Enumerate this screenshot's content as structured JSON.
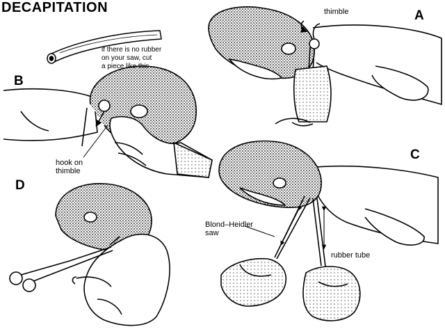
{
  "title": "DECAPITATION",
  "panels": {
    "a": {
      "letter": "A",
      "thimble_label": "thimble"
    },
    "b": {
      "letter": "B",
      "hook_label_line1": "hook on",
      "hook_label_line2": "thimble",
      "note_line1": "if there is no rubber",
      "note_line2": "on your saw, cut",
      "note_line3": "a piece like this"
    },
    "c": {
      "letter": "C",
      "saw_label_line1": "Blond–Heidler",
      "saw_label_line2": "saw",
      "tube_label": "rubber tube"
    },
    "d": {
      "letter": "D"
    }
  },
  "colors": {
    "ink": "#000000",
    "stipple": "#000000",
    "paper": "#ffffff"
  }
}
